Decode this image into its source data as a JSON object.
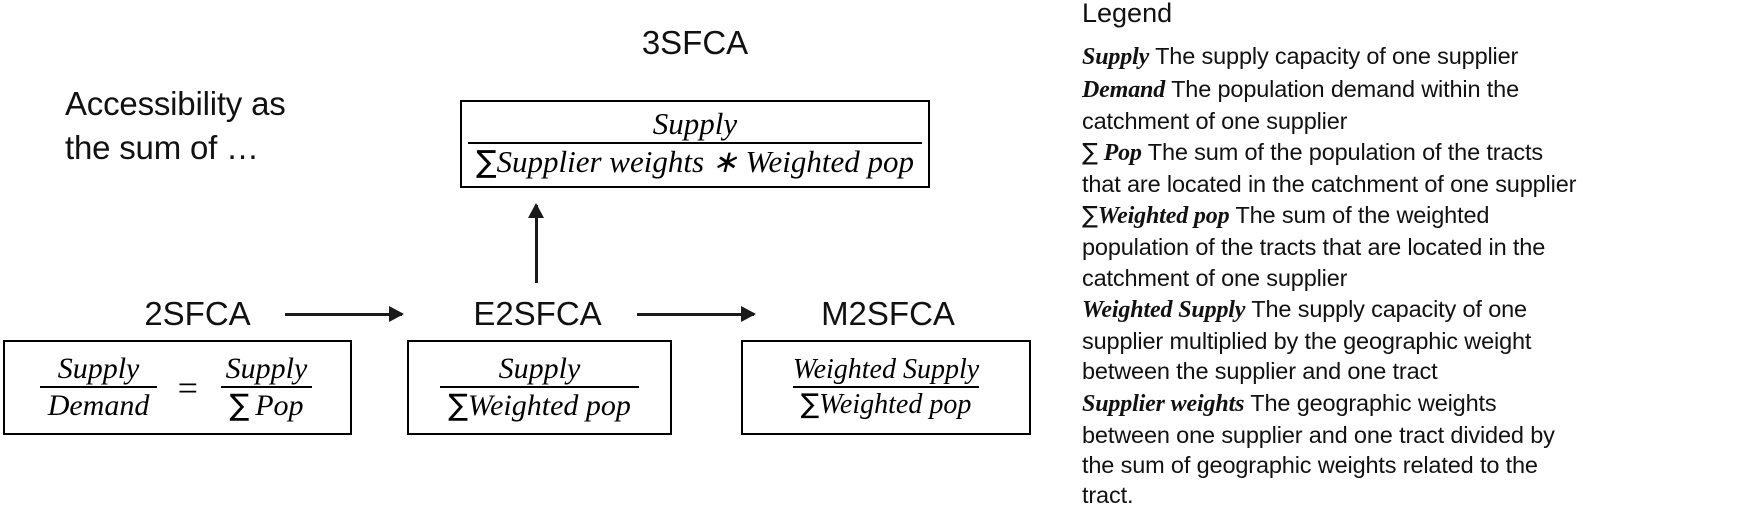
{
  "caption": {
    "line1": "Accessibility as",
    "line2": "the sum of …"
  },
  "models": {
    "sfca3": {
      "title": "3SFCA",
      "numerator": "Supply",
      "denominator_sigma": "∑",
      "denominator": "Supplier weights  ∗  Weighted pop"
    },
    "sfca2": {
      "title": "2SFCA",
      "left_numerator": "Supply",
      "left_denominator": "Demand",
      "equals": "=",
      "right_numerator": "Supply",
      "right_denominator_sigma": "∑",
      "right_denominator": "Pop"
    },
    "e2sfca": {
      "title": "E2SFCA",
      "numerator": "Supply",
      "denominator_sigma": "∑",
      "denominator": "Weighted pop"
    },
    "m2sfca": {
      "title": "M2SFCA",
      "numerator": "Weighted Supply",
      "denominator_sigma": "∑",
      "denominator": "Weighted pop"
    }
  },
  "legend": {
    "title": "Legend",
    "entries": [
      {
        "term": "Supply",
        "sigma": "",
        "description": "The supply capacity of one supplier"
      },
      {
        "term": "Demand",
        "sigma": "",
        "description": "The population demand within the catchment of one supplier"
      },
      {
        "term": "Pop",
        "sigma": "∑",
        "description": "The sum of the population of the tracts that are located in the catchment of one supplier"
      },
      {
        "term": "Weighted pop",
        "sigma": "∑",
        "description": "The sum of the weighted population of the tracts that are located in the catchment of one supplier"
      },
      {
        "term": "Weighted Supply",
        "sigma": "",
        "description": "The supply capacity of one supplier multiplied by the geographic weight between the supplier and one tract"
      },
      {
        "term": "Supplier weights",
        "sigma": "",
        "description": "The geographic weights between one supplier and one tract divided by the sum of geographic weights related to the tract."
      }
    ]
  },
  "colors": {
    "stroke": "#000000",
    "text": "#111111",
    "background": "#ffffff"
  }
}
